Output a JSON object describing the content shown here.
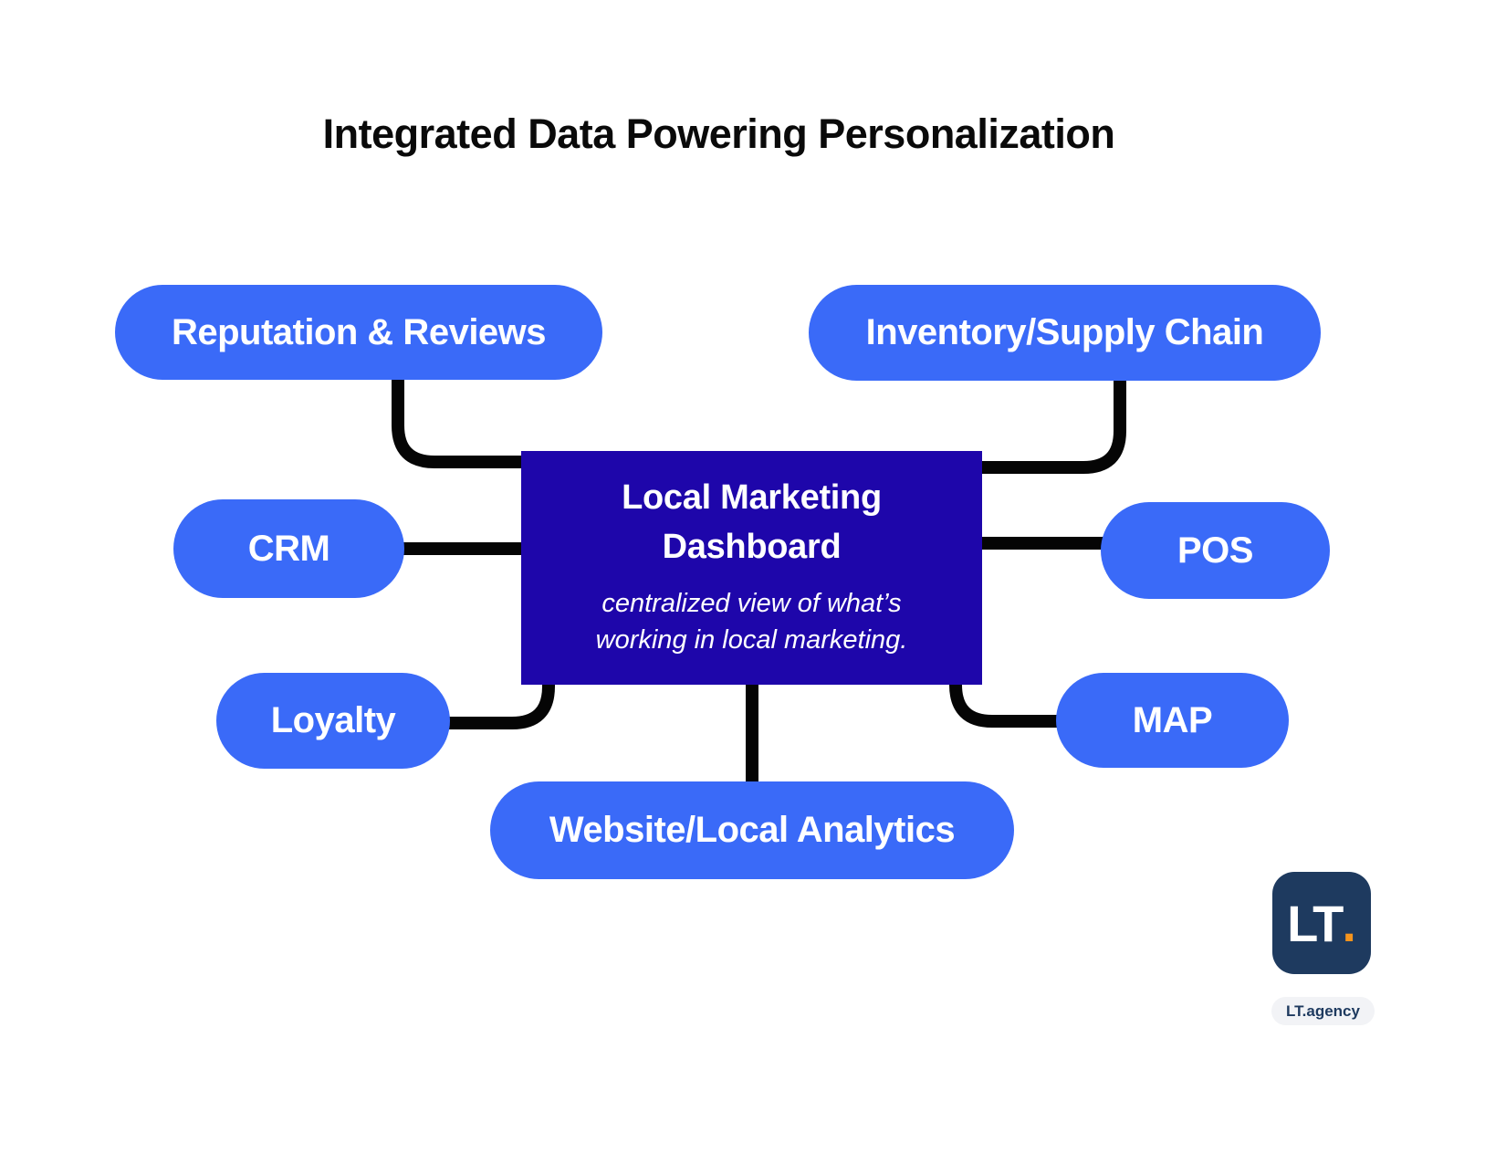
{
  "title": "Integrated Data Powering Personalization",
  "center_box": {
    "heading": "Local Marketing Dashboard",
    "subtitle": "centralized view of what’s working in local marketing."
  },
  "nodes": {
    "reputation": {
      "label": "Reputation & Reviews"
    },
    "inventory": {
      "label": "Inventory/Supply Chain"
    },
    "crm": {
      "label": "CRM"
    },
    "pos": {
      "label": "POS"
    },
    "loyalty": {
      "label": "Loyalty"
    },
    "map": {
      "label": "MAP"
    },
    "website": {
      "label": "Website/Local Analytics"
    }
  },
  "branding": {
    "logo_text": "LT",
    "logo_dot": ".",
    "footer_label": "LT.agency"
  },
  "colors": {
    "pill_blue": "#3A6AF8",
    "box_indigo": "#1E06AA",
    "connector_black": "#050505",
    "logo_navy": "#1E3A5F",
    "logo_orange": "#F5941D",
    "badge_bg": "#F2F3F6",
    "title_black": "#0A0A0A"
  }
}
